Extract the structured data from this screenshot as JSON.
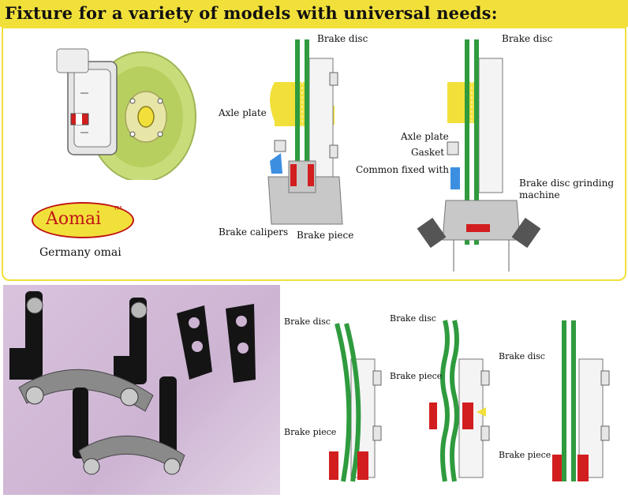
{
  "header": {
    "title": "Fixture for a variety of models with universal needs:"
  },
  "colors": {
    "header_bg": "#f2e03a",
    "disc_green": "#2f9b3e",
    "caliper_gray": "#c8c8c8",
    "axle_yellow": "#f2e03a",
    "pad_red": "#d21e1e",
    "bracket_blue": "#3c8fe0",
    "brand_red": "#c01515"
  },
  "brand": {
    "name": "Aomai",
    "trademark": "TM",
    "caption": "Germany omai"
  },
  "diagram_left": {
    "brake_disc": "Brake disc",
    "axle_plate": "Axle plate",
    "brake_calipers": "Brake calipers",
    "brake_piece": "Brake piece"
  },
  "diagram_right": {
    "brake_disc": "Brake disc",
    "axle_plate": "Axle plate",
    "gasket": "Gasket",
    "common_fixed": "Common fixed with",
    "grinding_machine": [
      "Brake disc grinding",
      "machine"
    ]
  },
  "bottom": {
    "d1": {
      "brake_disc": "Brake disc",
      "brake_piece": "Brake piece"
    },
    "d2": {
      "brake_disc": "Brake disc",
      "brake_piece": "Brake piece"
    },
    "d3": {
      "brake_disc": "Brake disc",
      "brake_piece": "Brake piece"
    }
  },
  "icons": [
    "brake-assembly-illustration",
    "fixture-parts-photo"
  ]
}
